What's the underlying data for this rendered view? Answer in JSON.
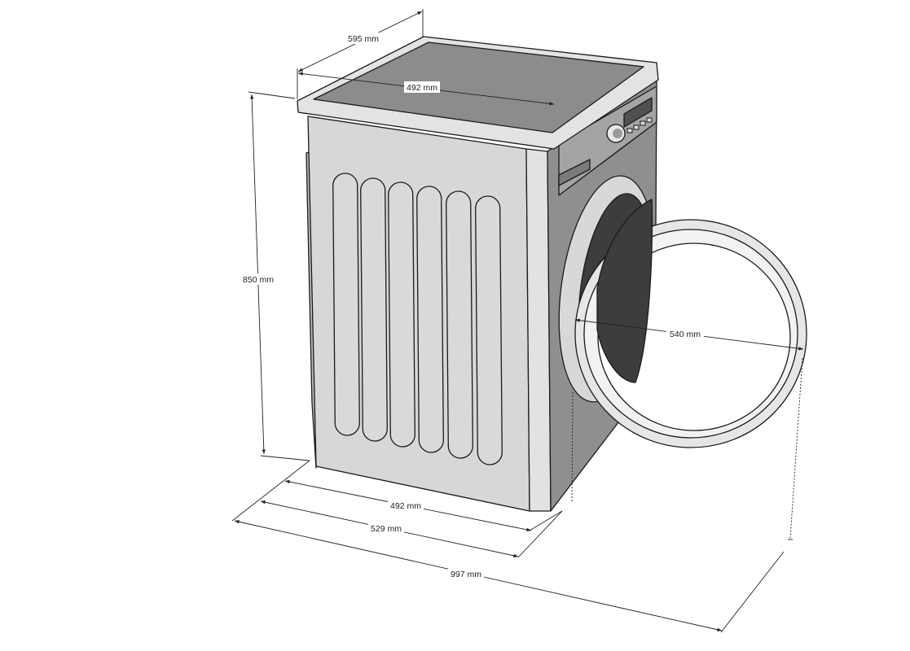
{
  "dimensions": {
    "top_depth": "595 mm",
    "top_inner_depth": "492 mm",
    "height": "850 mm",
    "door_diameter": "540 mm",
    "base_depth_inner": "492 mm",
    "base_depth_outer": "529 mm",
    "total_depth_door_open": "997 mm"
  },
  "colors": {
    "side_panel": "#d7d7d7",
    "front_panel": "#8f8f8f",
    "top_surface": "#8c8c8c",
    "top_rim": "#e3e3e3",
    "drum": "#3d3d3d",
    "door_ring": "#e6e6e6"
  }
}
